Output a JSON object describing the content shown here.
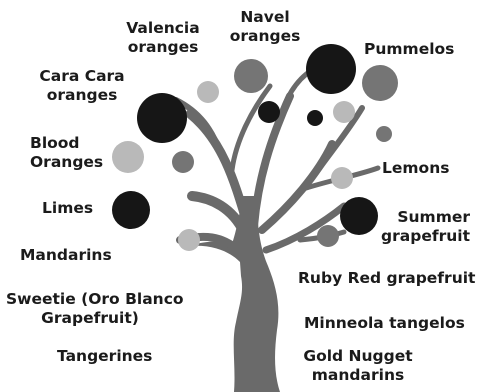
{
  "labels": {
    "valencia": "Valencia\noranges",
    "navel": "Navel\noranges",
    "pummelos": "Pummelos",
    "cara_cara": "Cara Cara\noranges",
    "blood": "Blood\nOranges",
    "lemons": "Lemons",
    "limes": "Limes",
    "summer": "Summer\ngrapefruit",
    "mandarins": "Mandarins",
    "ruby": "Ruby Red grapefruit",
    "sweetie": "Sweetie (Oro Blanco\nGrapefruit)",
    "minneola": "Minneola tangelos",
    "tangerines": "Tangerines",
    "gold": "Gold Nugget\nmandarins"
  },
  "colors": {
    "trunk": "#6a6a6a",
    "fruit_dark": "#161616",
    "fruit_mid": "#757575",
    "fruit_light": "#b9b9b9",
    "text": "#1b1b1b"
  }
}
